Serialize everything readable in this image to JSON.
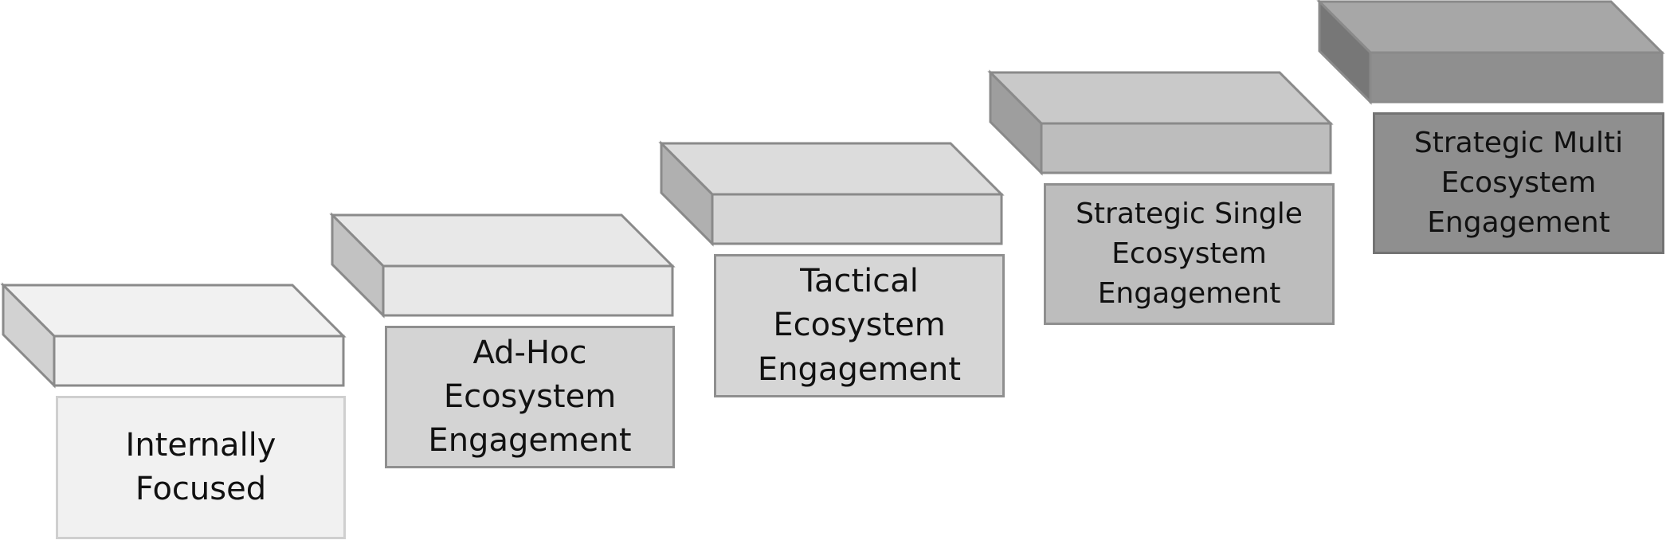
{
  "steps": [
    {
      "label_lines": [
        "Internally",
        "Focused"
      ],
      "top_color": "#f1f1f1",
      "front_color": "#f1f1f1",
      "side_color": "#d2d2d2",
      "box_color": "#f1f1f1",
      "box_border": "#cfcfcf"
    },
    {
      "label_lines": [
        "Ad-Hoc",
        "Ecosystem",
        "Engagement"
      ],
      "top_color": "#e8e8e8",
      "front_color": "#e8e8e8",
      "side_color": "#c2c2c2",
      "box_color": "#d4d4d4",
      "box_border": "#8f8f8f"
    },
    {
      "label_lines": [
        "Tactical",
        "Ecosystem",
        "Engagement"
      ],
      "top_color": "#dcdcdc",
      "front_color": "#d6d6d6",
      "side_color": "#b0b0b0",
      "box_color": "#d6d6d6",
      "box_border": "#8f8f8f"
    },
    {
      "label_lines": [
        "Strategic Single",
        "Ecosystem",
        "Engagement"
      ],
      "top_color": "#c9c9c9",
      "front_color": "#bdbdbd",
      "side_color": "#9e9e9e",
      "box_color": "#bdbdbd",
      "box_border": "#8f8f8f"
    },
    {
      "label_lines": [
        "Strategic Multi",
        "Ecosystem",
        "Engagement"
      ],
      "top_color": "#a7a7a7",
      "front_color": "#8f8f8f",
      "side_color": "#777777",
      "box_color": "#8f8f8f",
      "box_border": "#737373"
    }
  ],
  "outline_color": "#8a8a8a"
}
